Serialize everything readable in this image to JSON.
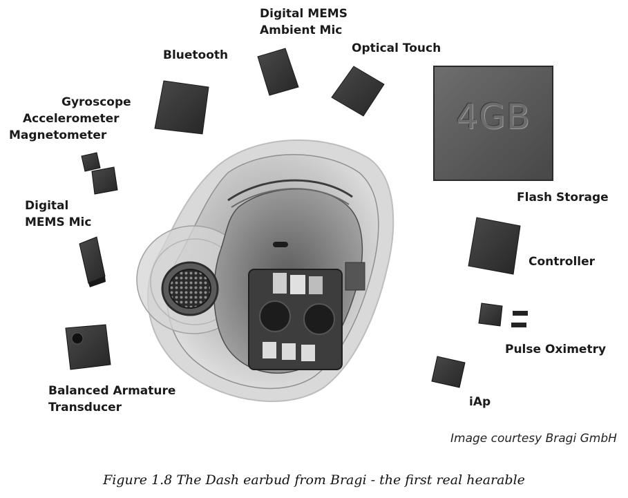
{
  "labels": {
    "bluetooth": "Bluetooth",
    "ambient_mic_1": "Digital MEMS",
    "ambient_mic_2": "Ambient Mic",
    "optical_touch": "Optical Touch",
    "gyro_1": "Gyroscope",
    "gyro_2": "Accelerometer",
    "gyro_3": "Magnetometer",
    "mems_mic_1": "Digital",
    "mems_mic_2": "MEMS Mic",
    "flash_storage": "Flash Storage",
    "controller": "Controller",
    "pulse_oximetry": "Pulse Oximetry",
    "iap": "iAp",
    "balanced_1": "Balanced Armature",
    "balanced_2": "Transducer"
  },
  "flash_chip_text": "4GB",
  "credit": "Image courtesy Bragi GmbH",
  "caption": "Figure 1.8  The Dash earbud from Bragi - the first real hearable"
}
